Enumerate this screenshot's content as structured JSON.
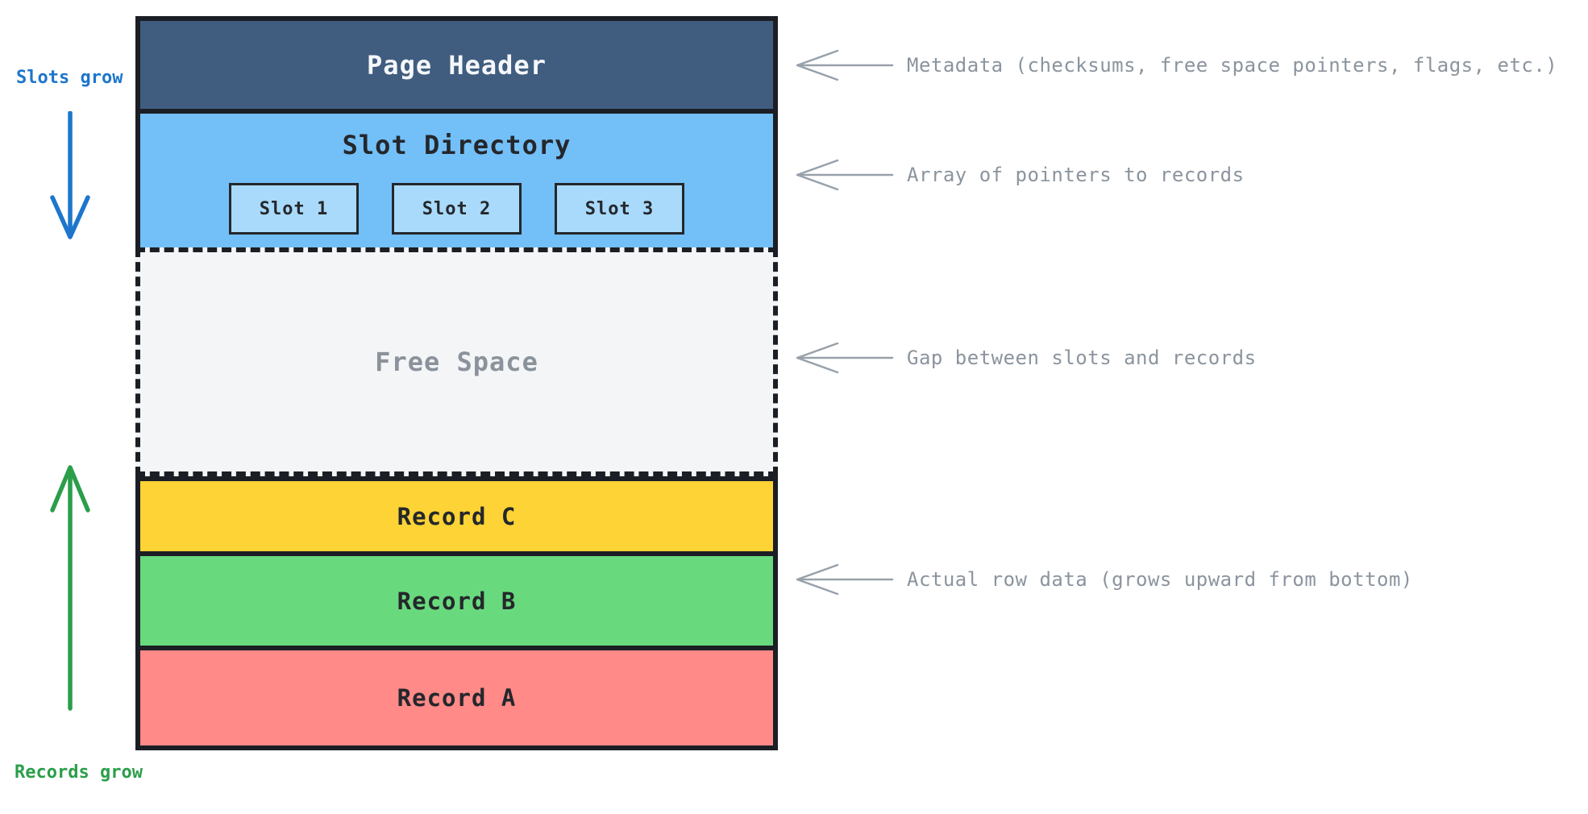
{
  "diagram": {
    "title_semantics": "database slotted page layout",
    "page_box": {
      "header": {
        "label": "Page Header"
      },
      "slot_directory": {
        "label": "Slot Directory",
        "slots": [
          {
            "label": "Slot 1"
          },
          {
            "label": "Slot 2"
          },
          {
            "label": "Slot 3"
          }
        ]
      },
      "free_space": {
        "label": "Free Space"
      },
      "records": [
        {
          "label": "Record C",
          "color": "#fdd335"
        },
        {
          "label": "Record B",
          "color": "#69d97e"
        },
        {
          "label": "Record A",
          "color": "#ff8a88"
        }
      ]
    },
    "left_labels": {
      "slots_grow": "Slots grow",
      "records_grow": "Records grow"
    },
    "annotations": [
      {
        "label": "Metadata (checksums, free space pointers, flags, etc.)"
      },
      {
        "label": "Array of pointers to records"
      },
      {
        "label": "Gap between slots and records"
      },
      {
        "label": "Actual row data (grows upward from bottom)"
      }
    ],
    "colors": {
      "page_header_bg": "#405d80",
      "slot_directory_bg": "#73bff8",
      "slot_box_bg": "#a9dafb",
      "free_space_bg": "#f4f5f7",
      "record_c_bg": "#fdd335",
      "record_b_bg": "#69d97e",
      "record_a_bg": "#ff8a88",
      "border": "#1b1e24",
      "slots_grow_accent": "#1d76cc",
      "records_grow_accent": "#2b9e4a",
      "annotation_gray": "#8b949e"
    }
  }
}
